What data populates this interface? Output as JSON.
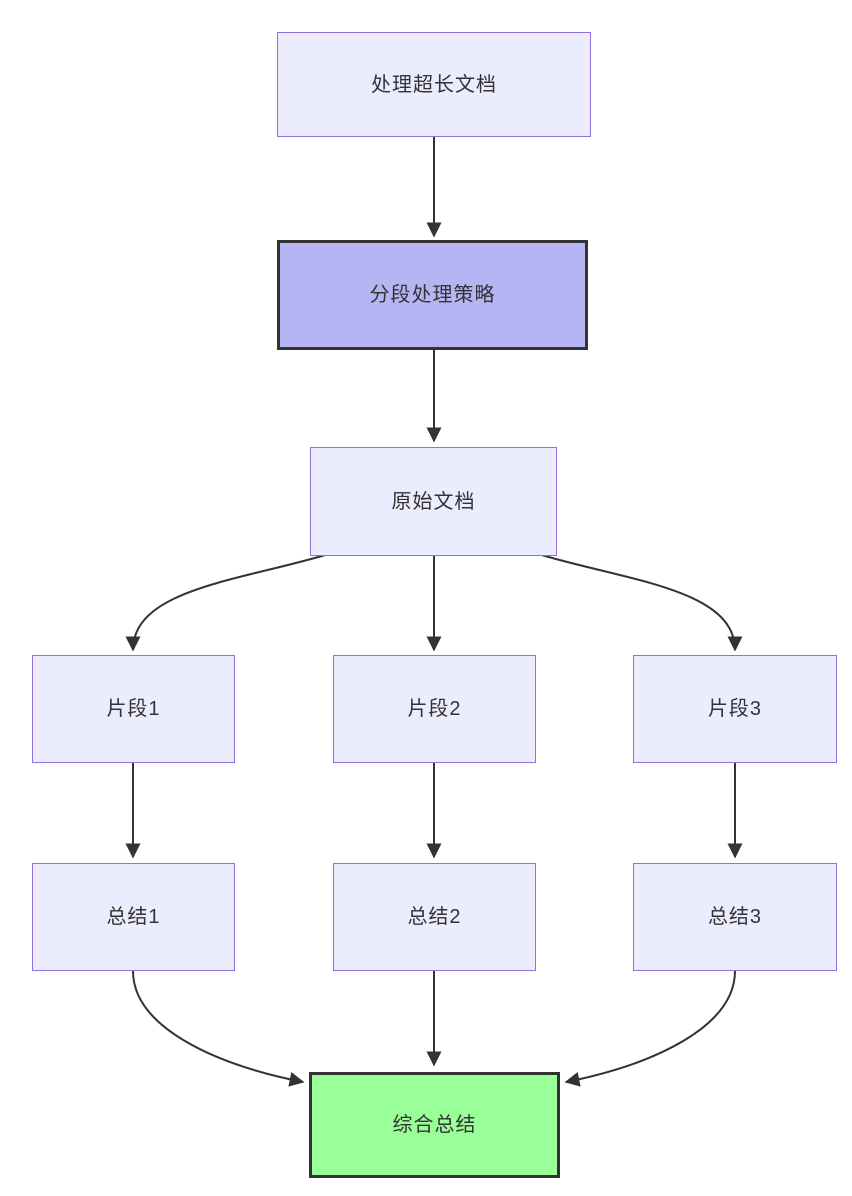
{
  "diagram": {
    "type": "flowchart",
    "direction": "top-down",
    "nodes": {
      "process_long_doc": {
        "label": "处理超长文档",
        "style": "default"
      },
      "strategy": {
        "label": "分段处理策略",
        "style": "highlight-purple"
      },
      "original_doc": {
        "label": "原始文档",
        "style": "default"
      },
      "fragment_1": {
        "label": "片段1",
        "style": "default"
      },
      "fragment_2": {
        "label": "片段2",
        "style": "default"
      },
      "fragment_3": {
        "label": "片段3",
        "style": "default"
      },
      "summary_1": {
        "label": "总结1",
        "style": "default"
      },
      "summary_2": {
        "label": "总结2",
        "style": "default"
      },
      "summary_3": {
        "label": "总结3",
        "style": "default"
      },
      "final_summary": {
        "label": "综合总结",
        "style": "highlight-green"
      }
    },
    "edges": [
      {
        "from": "process_long_doc",
        "to": "strategy"
      },
      {
        "from": "strategy",
        "to": "original_doc"
      },
      {
        "from": "original_doc",
        "to": "fragment_1"
      },
      {
        "from": "original_doc",
        "to": "fragment_2"
      },
      {
        "from": "original_doc",
        "to": "fragment_3"
      },
      {
        "from": "fragment_1",
        "to": "summary_1"
      },
      {
        "from": "fragment_2",
        "to": "summary_2"
      },
      {
        "from": "fragment_3",
        "to": "summary_3"
      },
      {
        "from": "summary_1",
        "to": "final_summary"
      },
      {
        "from": "summary_2",
        "to": "final_summary"
      },
      {
        "from": "summary_3",
        "to": "final_summary"
      }
    ],
    "colors": {
      "node_fill": "#ECECFF",
      "node_border": "#9370DB",
      "highlight_purple_fill": "#b5b5f3",
      "highlight_green_fill": "#99ff99",
      "highlight_dark_border": "#333333",
      "edge_color": "#333333",
      "text_color": "#333333"
    }
  }
}
